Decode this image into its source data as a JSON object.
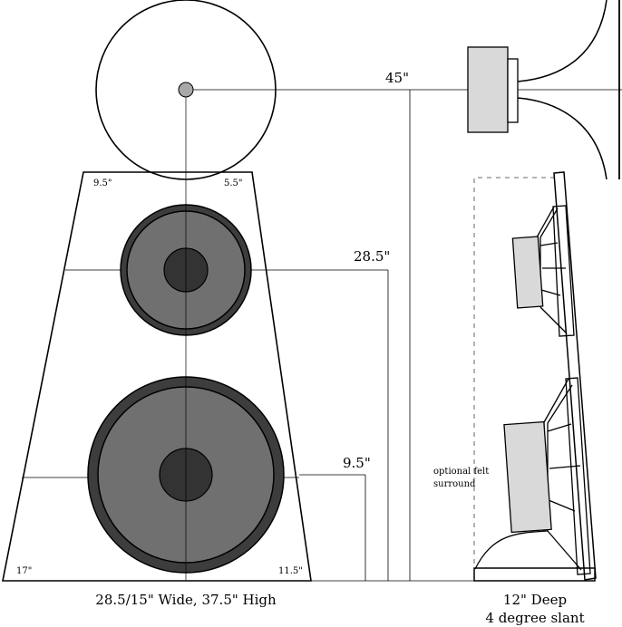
{
  "front_view": {
    "top_left_dim": "9.5\"",
    "top_right_dim": "5.5\"",
    "bottom_left_dim": "17\"",
    "bottom_right_dim": "11.5\"",
    "caption": "28.5/15\" Wide, 37.5\" High"
  },
  "heights": {
    "horn_axis": "45\"",
    "mid_driver": "28.5\"",
    "woofer": "9.5\""
  },
  "side_view": {
    "note_line1": "optional felt",
    "note_line2": "surround",
    "caption_line1": "12\" Deep",
    "caption_line2": "4 degree slant"
  },
  "colors": {
    "stroke": "#000000",
    "driver_surround": "#3d3d3d",
    "driver_cone": "#707070",
    "driver_dustcap": "#333333",
    "horn_center": "#a8a8a8",
    "magnet_fill": "#d9d9d9",
    "dashed_outline": "#888888"
  }
}
